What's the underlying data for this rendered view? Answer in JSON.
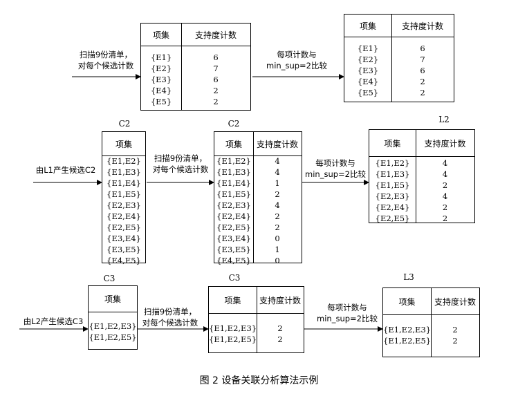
{
  "header_item": "项集",
  "header_count": "支持度计数",
  "tables": [
    {
      "id": "t1",
      "rows": [
        [
          "{E1}",
          "6"
        ],
        [
          "{E2}",
          "7"
        ],
        [
          "{E3}",
          "6"
        ],
        [
          "{E4}",
          "2"
        ],
        [
          "{E5}",
          "2"
        ]
      ]
    },
    {
      "id": "t2",
      "rows": [
        [
          "{E1}",
          "6"
        ],
        [
          "{E2}",
          "7"
        ],
        [
          "{E3}",
          "6"
        ],
        [
          "{E4}",
          "2"
        ],
        [
          "{E5}",
          "2"
        ]
      ]
    },
    {
      "id": "t3",
      "title": "C2",
      "rows": [
        [
          "{E1,E2}",
          ""
        ],
        [
          "{E1,E3}",
          ""
        ],
        [
          "{E1,E4}",
          ""
        ],
        [
          "{E1,E5}",
          ""
        ],
        [
          "{E2,E3}",
          ""
        ],
        [
          "{E2,E4}",
          ""
        ],
        [
          "{E2,E5}",
          ""
        ],
        [
          "{E3,E4}",
          ""
        ],
        [
          "{E3,E5}",
          ""
        ],
        [
          "{E4,E5}",
          ""
        ]
      ]
    },
    {
      "id": "t4",
      "title": "C2",
      "rows": [
        [
          "{E1,E2}",
          "4"
        ],
        [
          "{E1,E3}",
          "4"
        ],
        [
          "{E1,E4}",
          "1"
        ],
        [
          "{E1,E5}",
          "2"
        ],
        [
          "{E2,E3}",
          "4"
        ],
        [
          "{E2,E4}",
          "2"
        ],
        [
          "{E2,E5}",
          "2"
        ],
        [
          "{E3,E4}",
          "0"
        ],
        [
          "{E3,E5}",
          "1"
        ],
        [
          "{E4,E5}",
          "0"
        ]
      ]
    },
    {
      "id": "t5",
      "title": "L2",
      "rows": [
        [
          "{E1,E2}",
          "4"
        ],
        [
          "{E1,E3}",
          "4"
        ],
        [
          "{E1,E5}",
          "2"
        ],
        [
          "{E2,E3}",
          "4"
        ],
        [
          "{E2,E4}",
          "2"
        ],
        [
          "{E2,E5}",
          "2"
        ]
      ]
    },
    {
      "id": "t6",
      "title": "C3",
      "rows": [
        [
          "{E1,E2,E3}",
          ""
        ],
        [
          "{E1,E2,E5}",
          ""
        ]
      ]
    },
    {
      "id": "t7",
      "title": "C3",
      "rows": [
        [
          "{E1,E2,E3}",
          "2"
        ],
        [
          "{E1,E2,E5}",
          "2"
        ]
      ]
    },
    {
      "id": "t8",
      "title": "L3",
      "rows": [
        [
          "{E1,E2,E3}",
          "2"
        ],
        [
          "{E1,E2,E5}",
          "2"
        ]
      ]
    }
  ],
  "labels": {
    "scan_line1": "扫描9份清单，",
    "scan_line2": "对每个候选计数",
    "compare_line1": "每项计数与",
    "compare_line2": "min_sup=2比较",
    "gen_c2": "由L1产生候选C2",
    "gen_c3": "由L2产生候选C3"
  },
  "caption": "图 2 设备关联分析算法示例"
}
